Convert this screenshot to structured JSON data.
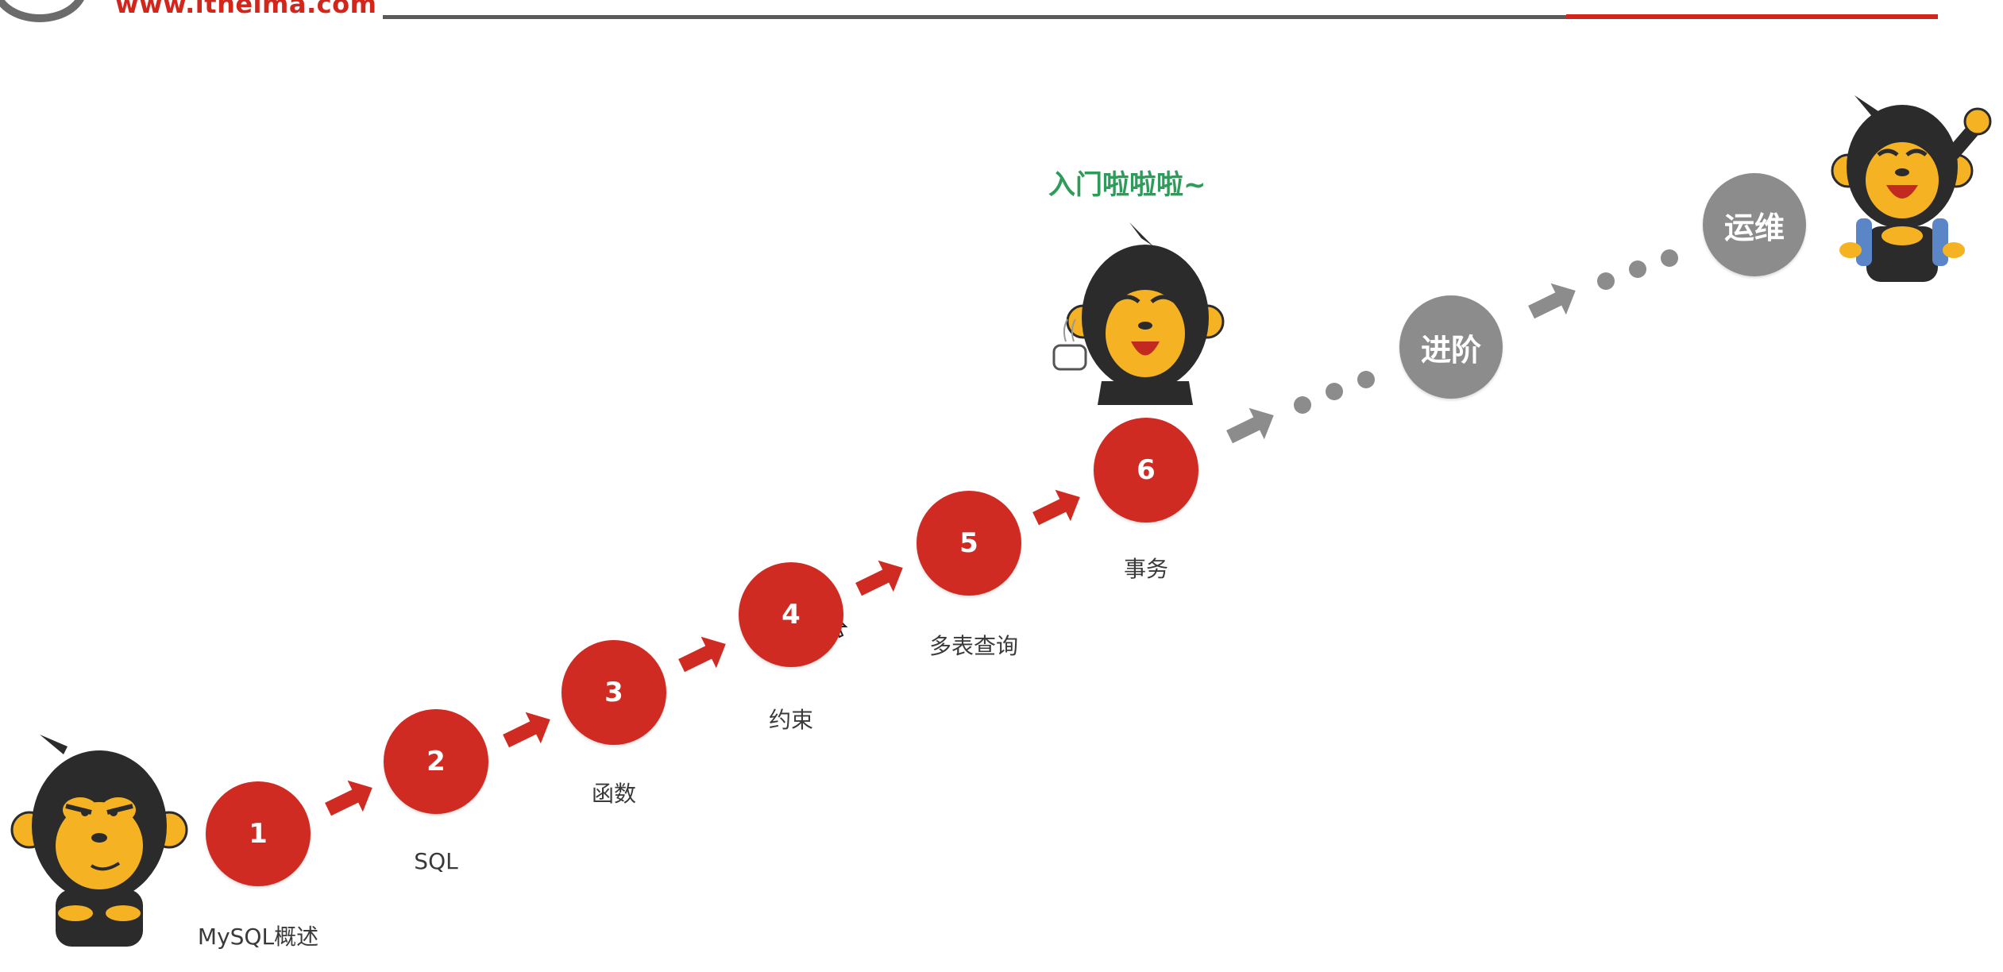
{
  "header": {
    "site_url": "www.itheima.com",
    "colors": {
      "accent": "#d2261c",
      "line": "#5a5a5a"
    }
  },
  "tagline": "入门啦啦啦~",
  "steps": [
    {
      "number": "1",
      "label": "MySQL概述"
    },
    {
      "number": "2",
      "label": "SQL"
    },
    {
      "number": "3",
      "label": "函数"
    },
    {
      "number": "4",
      "label": "约束"
    },
    {
      "number": "5",
      "label": "多表查询"
    },
    {
      "number": "6",
      "label": "事务"
    }
  ],
  "future_steps": [
    {
      "label": "进阶"
    },
    {
      "label": "运维"
    }
  ],
  "colors": {
    "step": "#cf2b22",
    "future": "#8c8c8c",
    "tagline": "#2e9b5a",
    "monkey_fur": "#2b2b2b",
    "monkey_face": "#f5b324"
  },
  "icons": [
    "mouse-cursor-icon",
    "monkey-mascot",
    "arrow-icon",
    "dots-icon"
  ]
}
